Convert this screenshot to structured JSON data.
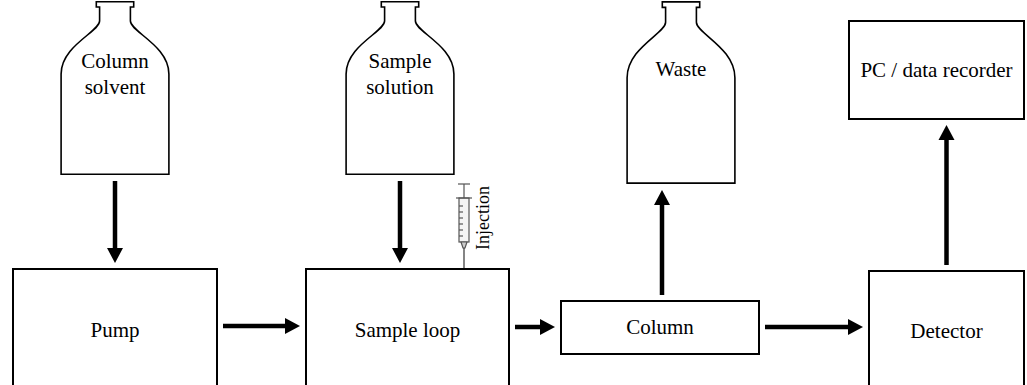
{
  "diagram": {
    "nodes": [
      {
        "text": [
          "Column solvent"
        ]
      },
      {
        "text": [
          "Sample solution"
        ]
      },
      {
        "text": [
          "Waste"
        ]
      },
      {
        "text": [
          "PC / data recorder"
        ]
      },
      {
        "text": [
          "Pump"
        ]
      },
      {
        "text": [
          "Sample loop"
        ]
      },
      {
        "text": [
          "Column"
        ]
      },
      {
        "text": [
          "Detector"
        ]
      }
    ],
    "edges": [
      {
        "from": 0,
        "to": 4,
        "arrow": "to"
      },
      {
        "from": 1,
        "to": 5,
        "arrow": "to"
      },
      {
        "from": 4,
        "to": 5,
        "arrow": "to"
      },
      {
        "from": 5,
        "to": 6,
        "arrow": "to"
      },
      {
        "from": 6,
        "to": 2,
        "arrow": "to"
      },
      {
        "from": 6,
        "to": 7,
        "arrow": "to"
      },
      {
        "from": 7,
        "to": 3,
        "arrow": "to"
      }
    ],
    "labels": [
      "Injection"
    ]
  }
}
